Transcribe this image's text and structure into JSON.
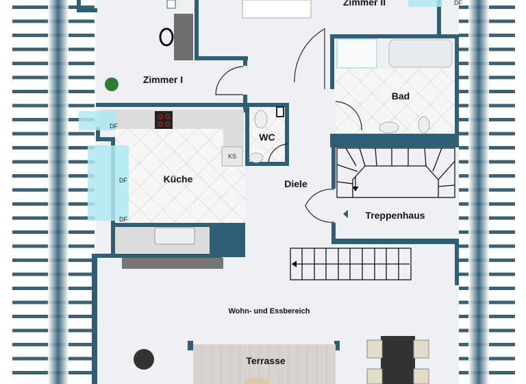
{
  "rooms": {
    "zimmer1": "Zimmer I",
    "zimmer2": "Zimmer II",
    "bad": "Bad",
    "wc": "WC",
    "kueche": "Küche",
    "diele": "Diele",
    "treppenhaus": "Treppenhaus",
    "wohn": "Wohn- und Essbereich",
    "terrasse": "Terrasse"
  },
  "markers": {
    "df": "DF",
    "ks": "KS"
  },
  "colors": {
    "wall": "#2f5f75",
    "floor": "#eef0f4",
    "window": "#aee9f0",
    "terrace": "#d9d3d0"
  }
}
